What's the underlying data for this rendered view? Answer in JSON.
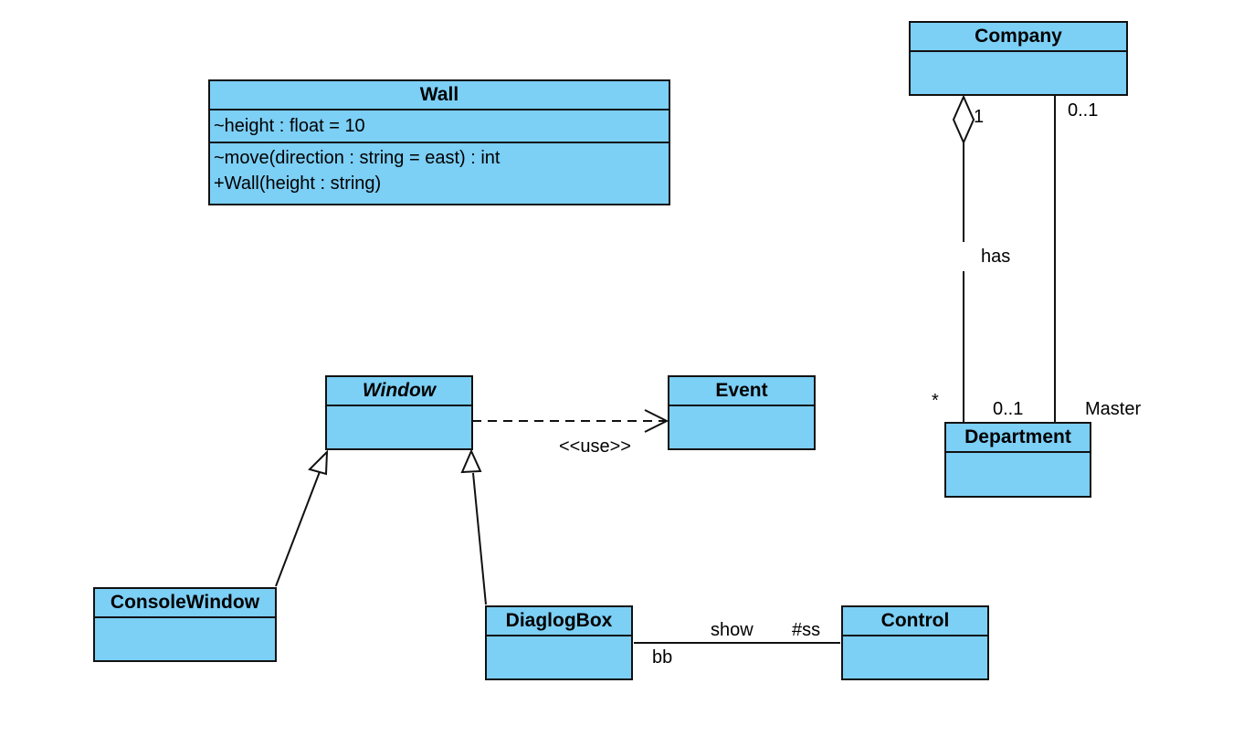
{
  "classes": {
    "wall": {
      "name": "Wall",
      "attributes": [
        "~height : float = 10"
      ],
      "operations": [
        "~move(direction : string = east) : int",
        "+Wall(height : string)"
      ]
    },
    "company": {
      "name": "Company"
    },
    "department": {
      "name": "Department"
    },
    "window": {
      "name": "Window",
      "abstract": true
    },
    "event": {
      "name": "Event"
    },
    "console_window": {
      "name": "ConsoleWindow"
    },
    "dialog_box": {
      "name": "DiaglogBox"
    },
    "control": {
      "name": "Control"
    }
  },
  "relationships": {
    "aggregation": {
      "from": "Company",
      "to": "Department",
      "label": "has",
      "source_multiplicity": "1",
      "target_multiplicity": "*"
    },
    "association_master": {
      "from": "Company",
      "to": "Department",
      "source_multiplicity": "0..1",
      "target_multiplicity": "0..1",
      "target_role": "Master"
    },
    "dependency": {
      "from": "Window",
      "to": "Event",
      "stereotype": "<<use>>"
    },
    "generalization_console": {
      "from": "ConsoleWindow",
      "to": "Window"
    },
    "generalization_dialog": {
      "from": "DiaglogBox",
      "to": "Window"
    },
    "association_show": {
      "from": "DiaglogBox",
      "to": "Control",
      "label": "show",
      "source_role": "bb",
      "target_role": "#ss"
    }
  }
}
